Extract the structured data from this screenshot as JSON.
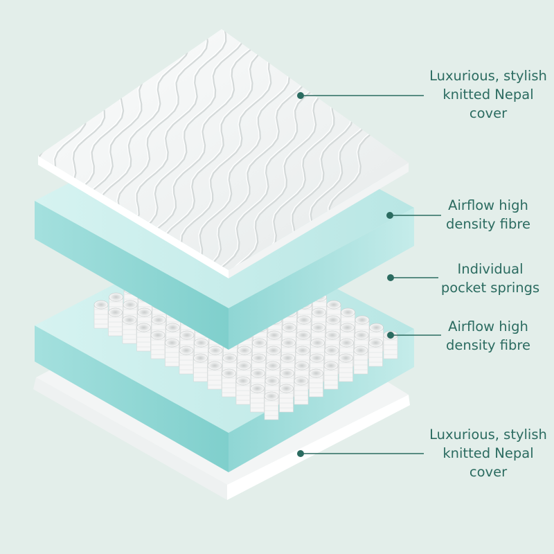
{
  "layers": [
    {
      "id": "top-cover",
      "lines": [
        "Luxurious, stylish",
        "knitted Nepal",
        "cover"
      ]
    },
    {
      "id": "upper-fibre",
      "lines": [
        "Airflow high",
        "density fibre"
      ]
    },
    {
      "id": "springs",
      "lines": [
        "Individual",
        "pocket springs"
      ]
    },
    {
      "id": "lower-fibre",
      "lines": [
        "Airflow high",
        "density fibre"
      ]
    },
    {
      "id": "bottom-cover",
      "lines": [
        "Luxurious, stylish",
        "knitted Nepal",
        "cover"
      ]
    }
  ],
  "colors": {
    "background": "#e3eeea",
    "label_text": "#2b6b60",
    "leader": "#2b6b60",
    "fibre_top": "#cdeeec",
    "fibre_side": "#8fd6d4",
    "cover_top": "#f1f3f3",
    "cover_side": "#ffffff",
    "spring": "#f4f4f4"
  }
}
